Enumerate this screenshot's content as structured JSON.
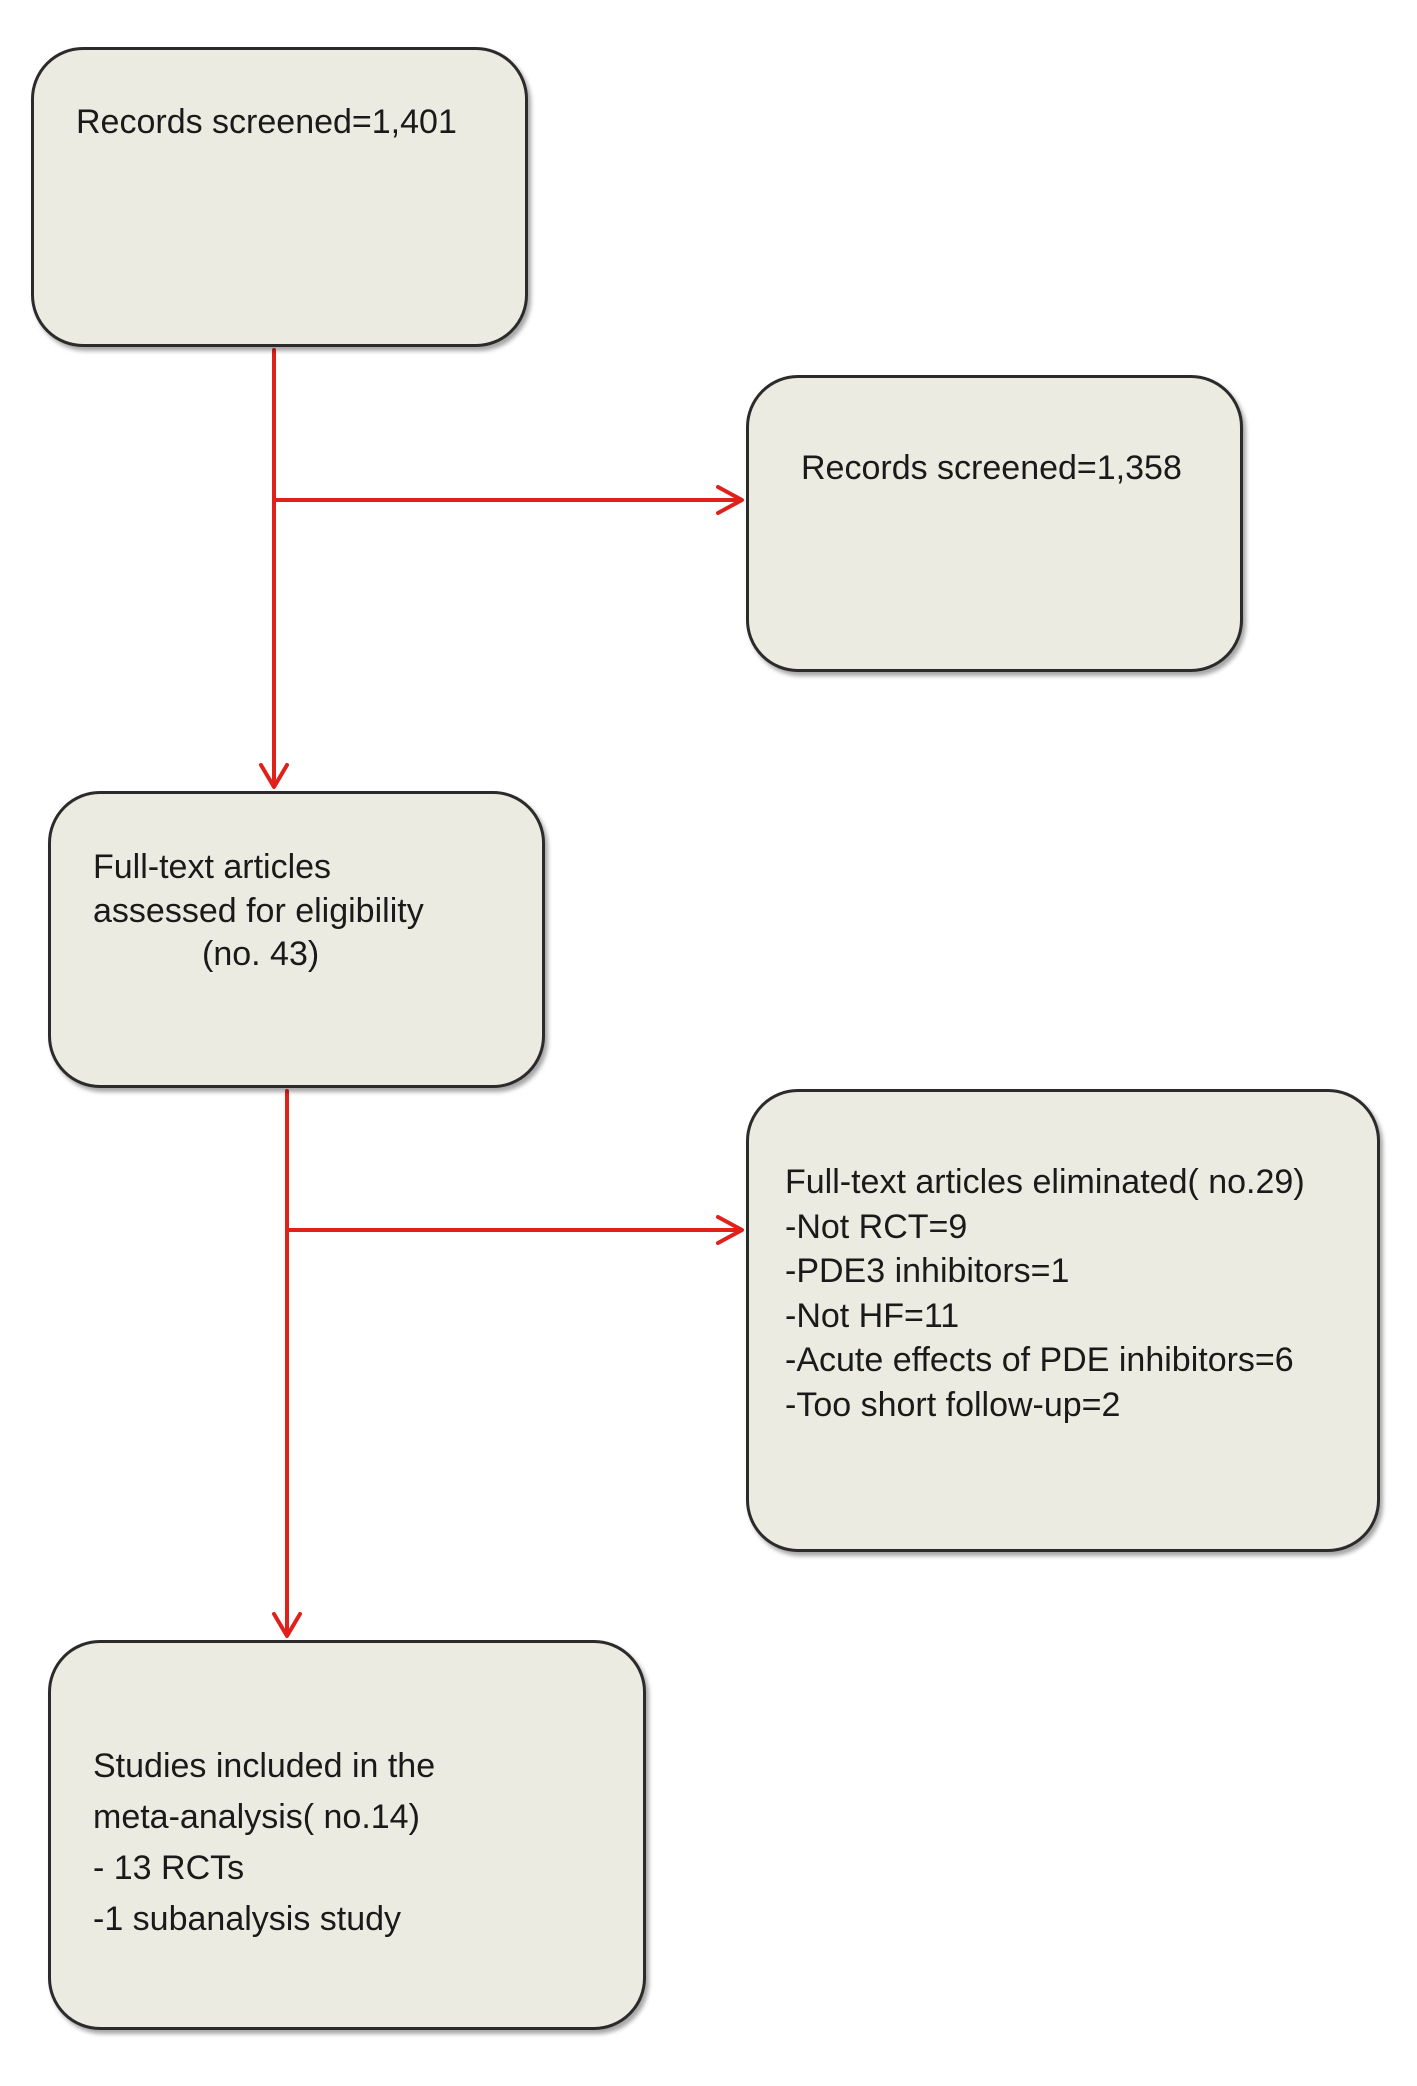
{
  "flowchart": {
    "records_identified": {
      "lines": [
        "Records screened=1,401"
      ]
    },
    "records_excluded": {
      "lines": [
        "Records screened=1,358"
      ]
    },
    "fulltext_assessed": {
      "lines": [
        "Full-text  articles",
        "assessed for eligibility",
        "(no. 43)"
      ]
    },
    "fulltext_eliminated": {
      "lines": [
        "Full-text articles eliminated( no.29)",
        "-Not RCT=9",
        "-PDE3 inhibitors=1",
        "-Not HF=11",
        "-Acute effects of PDE inhibitors=6",
        "-Too short follow-up=2"
      ]
    },
    "studies_included": {
      "lines": [
        "Studies included in the",
        "meta-analysis( no.14)",
        "- 13 RCTs",
        "-1 subanalysis study"
      ]
    }
  },
  "colors": {
    "box_fill": "#ecebe1",
    "box_border": "#2b2b2b",
    "arrow": "#e0201b"
  }
}
